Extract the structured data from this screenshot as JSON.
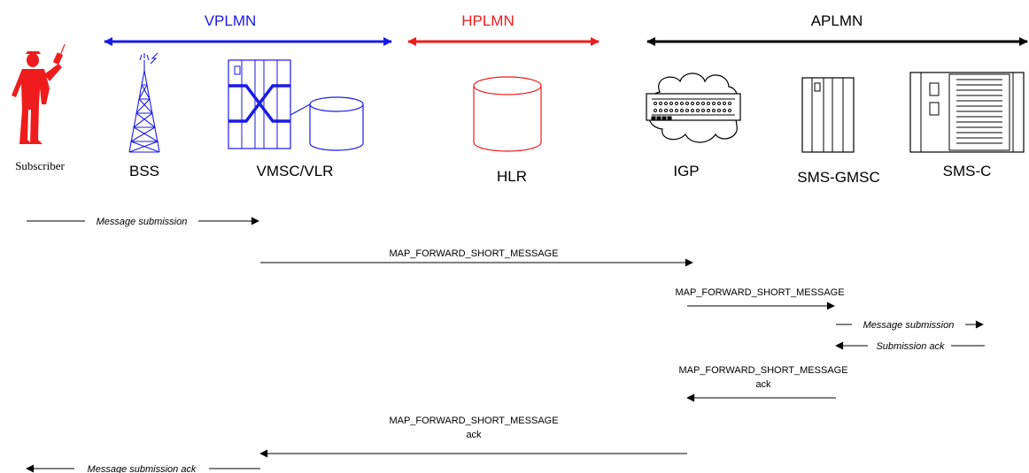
{
  "networks": {
    "vplmn": {
      "label": "VPLMN",
      "color": "#1a1ae6"
    },
    "hplmn": {
      "label": "HPLMN",
      "color": "#ee1c1c"
    },
    "aplmn": {
      "label": "APLMN",
      "color": "#000000"
    }
  },
  "nodes": {
    "subscriber": {
      "label": "Subscriber",
      "icon": "person-with-phone",
      "color": "#ee1c1c"
    },
    "bss": {
      "label": "BSS",
      "icon": "radio-tower",
      "color": "#1a1ae6"
    },
    "vmsc": {
      "label": "VMSC/VLR",
      "icon": "switch-with-database",
      "color": "#1a1ae6"
    },
    "hlr": {
      "label": "HLR",
      "icon": "database",
      "color": "#ee1c1c"
    },
    "igp": {
      "label": "IGP",
      "icon": "gateway-router"
    },
    "gmsc": {
      "label": "SMS-GMSC",
      "icon": "switch-cabinet"
    },
    "smsc": {
      "label": "SMS-C",
      "icon": "server-cabinet"
    }
  },
  "messages": {
    "m1": "Message submission",
    "m2": "MAP_FORWARD_SHORT_MESSAGE",
    "m3": "MAP_FORWARD_SHORT_MESSAGE",
    "m4": "Message submission",
    "m5": "Submission ack",
    "m6_line1": "MAP_FORWARD_SHORT_MESSAGE",
    "m6_line2": "ack",
    "m7_line1": "MAP_FORWARD_SHORT_MESSAGE",
    "m7_line2": "ack",
    "m8": "Message submission ack"
  }
}
